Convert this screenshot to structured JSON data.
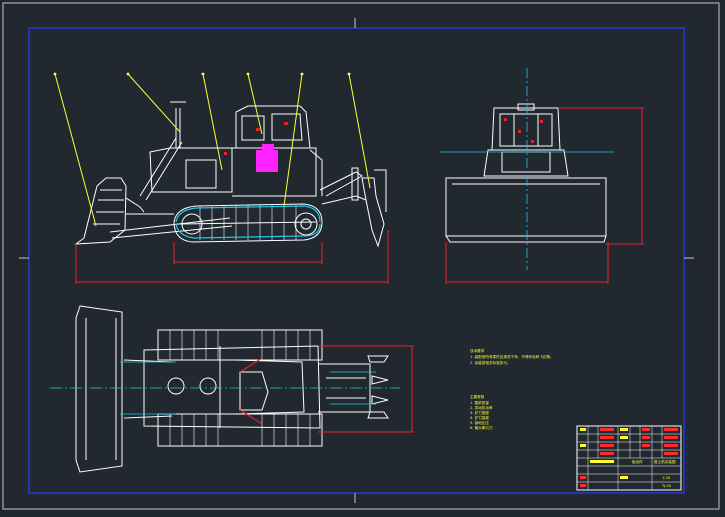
{
  "drawing": {
    "background": "#212830",
    "colors": {
      "frame_outer": "#c8c8c8",
      "frame_inner": "#2a35d8",
      "outline": "#ffffff",
      "dimension": "#e8212a",
      "leader": "#ffff33",
      "centerline": "#1ec8e6",
      "highlight": "#ff22ff",
      "note": "#ffff33",
      "titleblock_red": "#ff2a2a",
      "titleblock_yellow": "#ffff33"
    },
    "balloon_count": 6,
    "notes": {
      "tech_title": "技术要求",
      "tech_lines": [
        "1. 装配前所有零件应清洗干净，不得有毛刺飞边等。",
        "2. 涂装按相关标准执行。"
      ],
      "spec_title": "主要参数",
      "spec_lines": [
        "1. 整机质量",
        "2. 发动机功率",
        "3. 铲刀宽度",
        "4. 铲刀高度",
        "5. 接地比压",
        "6. 最大牵引力"
      ]
    },
    "title_block": {
      "drawing_name": "推土机总装图",
      "material": "组合件",
      "scale": "1:20",
      "drawing_no": "TJ-00"
    }
  }
}
